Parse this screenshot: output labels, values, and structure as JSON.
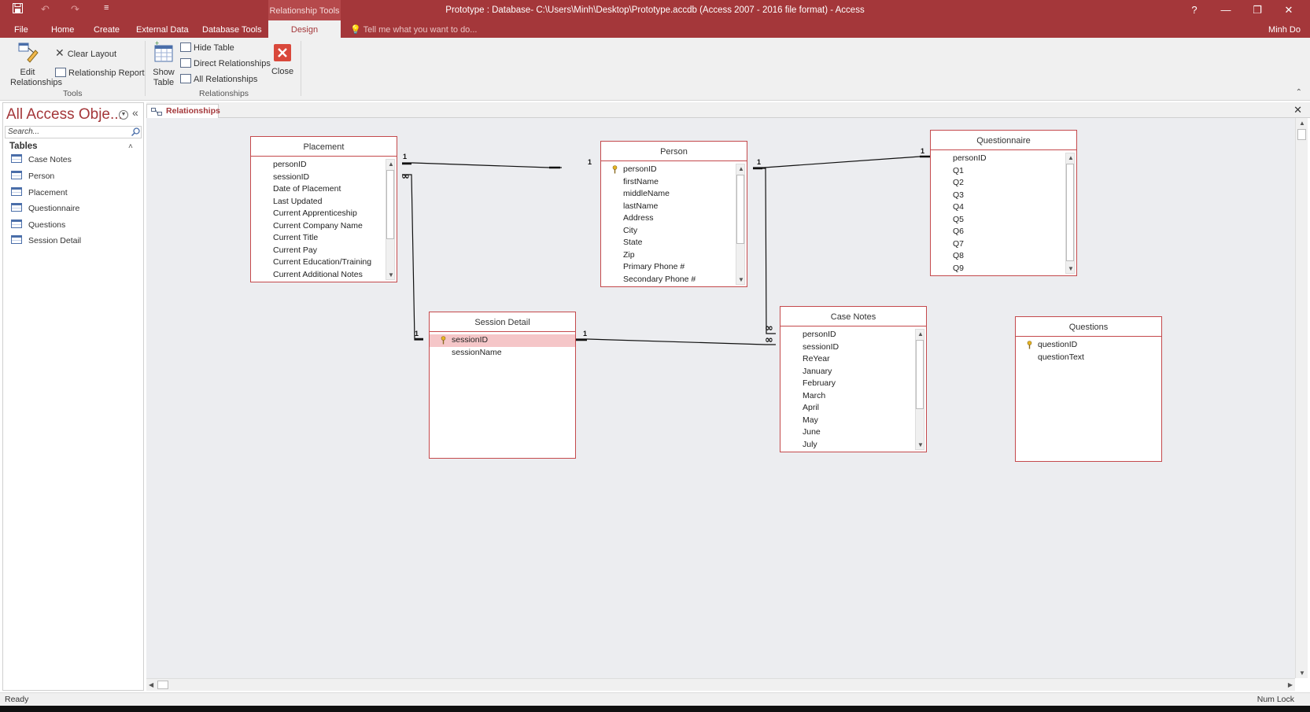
{
  "window": {
    "title": "Prototype : Database- C:\\Users\\Minh\\Desktop\\Prototype.accdb (Access 2007 - 2016 file format) - Access",
    "context_tab": "Relationship Tools",
    "help": "?",
    "minimize": "—",
    "restore": "❐",
    "close": "✕"
  },
  "quick_access": {
    "save": "💾",
    "undo": "↶",
    "redo": "↷",
    "customize": "≡"
  },
  "tabs": [
    "File",
    "Home",
    "Create",
    "External Data",
    "Database Tools",
    "Design"
  ],
  "active_tab": "Design",
  "tell_me": "Tell me what you want to do...",
  "user": "Minh Do",
  "ribbon": {
    "edit_relationships": "Edit Relationships",
    "clear_layout": "Clear Layout",
    "relationship_report": "Relationship Report",
    "tools_group": "Tools",
    "show_table": "Show Table",
    "hide_table": "Hide Table",
    "direct_relationships": "Direct Relationships",
    "all_relationships": "All Relationships",
    "relationships_group": "Relationships",
    "close": "Close"
  },
  "nav": {
    "title": "All Access Obje...",
    "search_placeholder": "Search...",
    "section": "Tables",
    "items": [
      "Case Notes",
      "Person",
      "Placement",
      "Questionnaire",
      "Questions",
      "Session Detail"
    ]
  },
  "document_tab": "Relationships",
  "tables": {
    "placement": {
      "name": "Placement",
      "fields": [
        "personID",
        "sessionID",
        "Date of Placement",
        "Last Updated",
        "Current Apprenticeship",
        "Current Company Name",
        "Current Title",
        "Current Pay",
        "Current Education/Training",
        "Current Additional Notes"
      ]
    },
    "person": {
      "name": "Person",
      "fields": [
        "personID",
        "firstName",
        "middleName",
        "lastName",
        "Address",
        "City",
        "State",
        "Zip",
        "Primary Phone #",
        "Secondary Phone #"
      ]
    },
    "questionnaire": {
      "name": "Questionnaire",
      "fields": [
        "personID",
        "Q1",
        "Q2",
        "Q3",
        "Q4",
        "Q5",
        "Q6",
        "Q7",
        "Q8",
        "Q9"
      ]
    },
    "session_detail": {
      "name": "Session Detail",
      "fields": [
        "sessionID",
        "sessionName"
      ]
    },
    "case_notes": {
      "name": "Case Notes",
      "fields": [
        "personID",
        "sessionID",
        "ReYear",
        "January",
        "February",
        "March",
        "April",
        "May",
        "June",
        "July"
      ]
    },
    "questions": {
      "name": "Questions",
      "fields": [
        "questionID",
        "questionText"
      ]
    }
  },
  "relationship_labels": {
    "one": "1",
    "many": "∞"
  },
  "status": {
    "left": "Ready",
    "right": "Num Lock"
  }
}
